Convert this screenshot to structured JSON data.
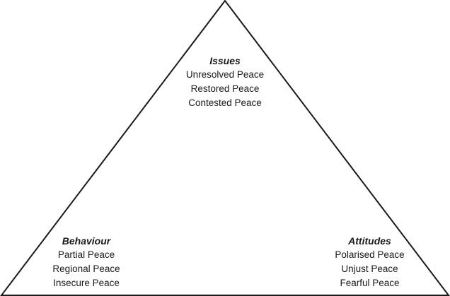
{
  "diagram": {
    "line_color": "#1a1a1a",
    "issues": {
      "heading": "Issues",
      "items": [
        "Unresolved Peace",
        "Restored Peace",
        "Contested Peace"
      ]
    },
    "behaviour": {
      "heading": "Behaviour",
      "items": [
        "Partial Peace",
        "Regional Peace",
        "Insecure Peace"
      ]
    },
    "attitudes": {
      "heading": "Attitudes",
      "items": [
        "Polarised Peace",
        "Unjust Peace",
        "Fearful Peace"
      ]
    }
  }
}
